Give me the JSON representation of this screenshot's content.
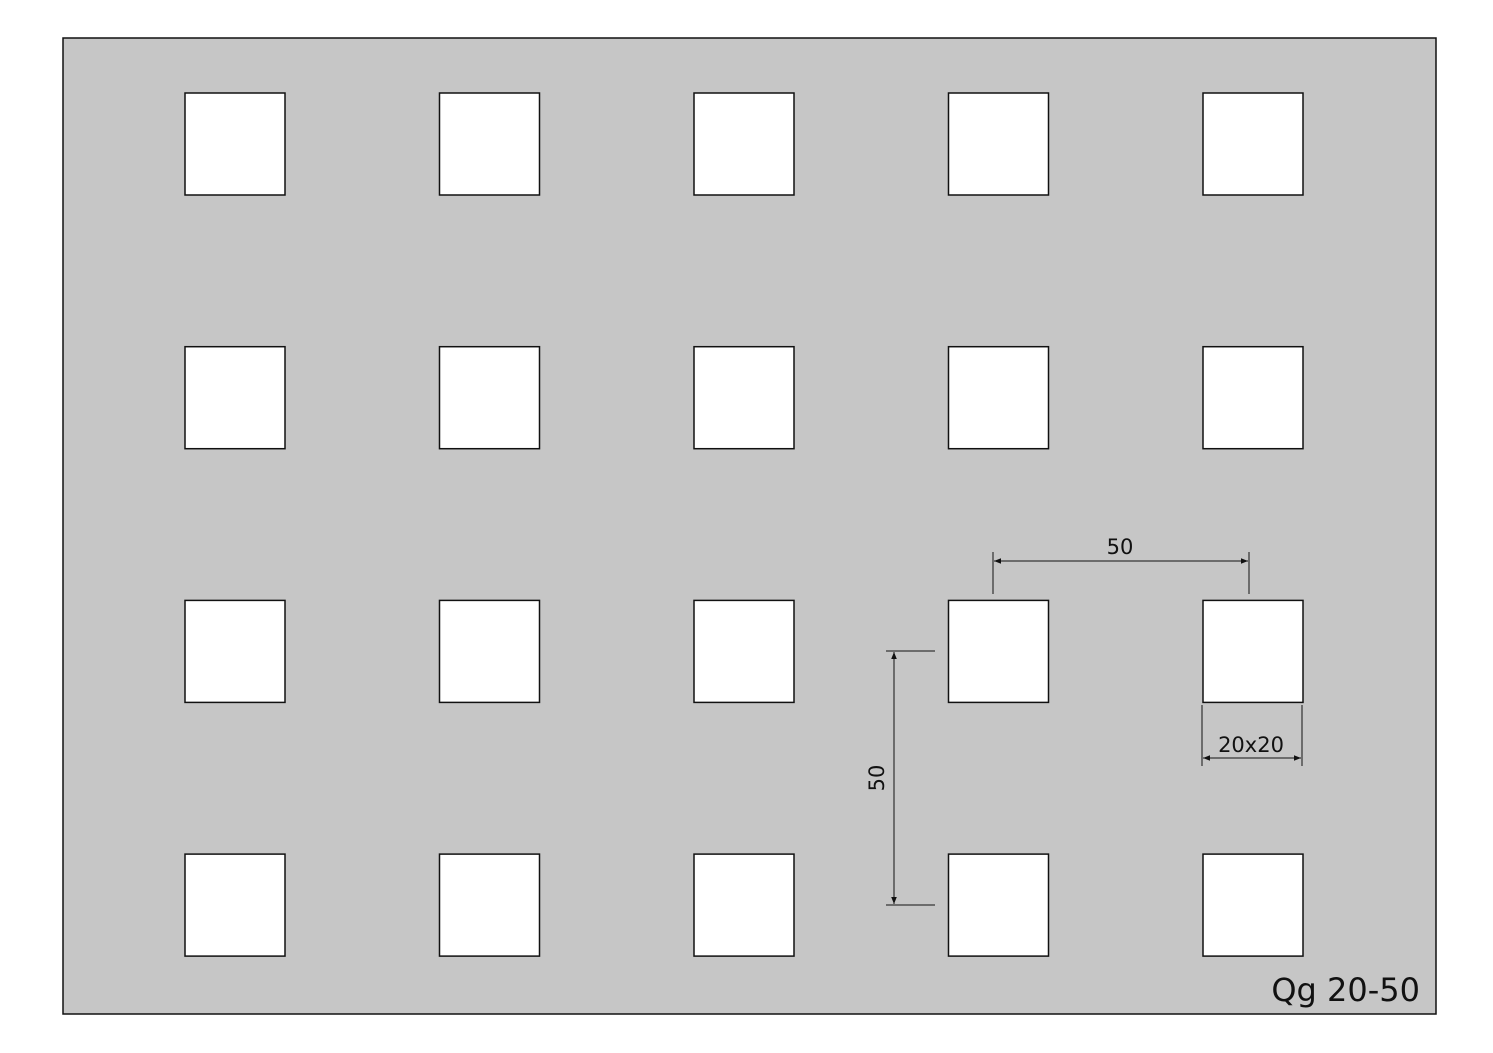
{
  "drawing": {
    "plate_color": "#c6c6c6",
    "hole_color": "#ffffff",
    "line_color": "#111111",
    "hole_rows": 4,
    "hole_cols": 5,
    "product_code": "Qg 20-50"
  },
  "dimensions": {
    "horizontal_pitch": "50",
    "vertical_pitch": "50",
    "hole_size": "20x20"
  }
}
